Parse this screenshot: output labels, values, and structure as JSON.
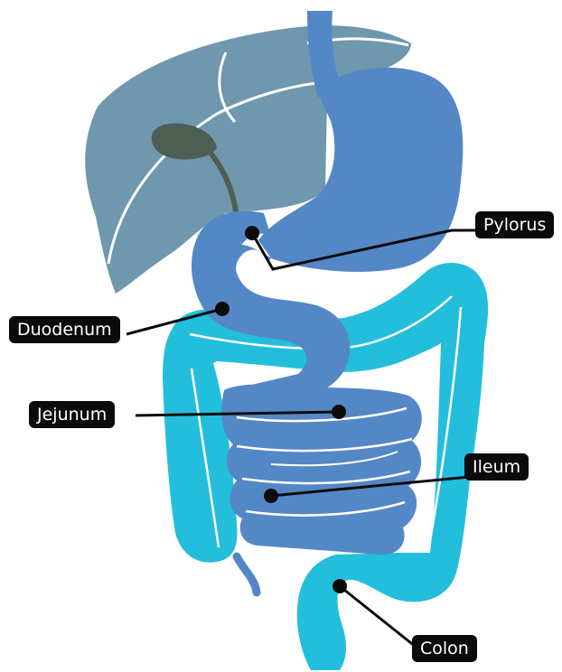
{
  "colors": {
    "liver": "#6f97ad",
    "gallbladder": "#4e5e52",
    "stomach_duodenum": "#5487c6",
    "colon": "#23bedc",
    "label_bg": "#0b0b0b",
    "label_text": "#ffffff"
  },
  "labels": {
    "pylorus": "Pylorus",
    "duodenum": "Duodenum",
    "jejunum": "Jejunum",
    "ileum": "Ileum",
    "colon": "Colon"
  }
}
